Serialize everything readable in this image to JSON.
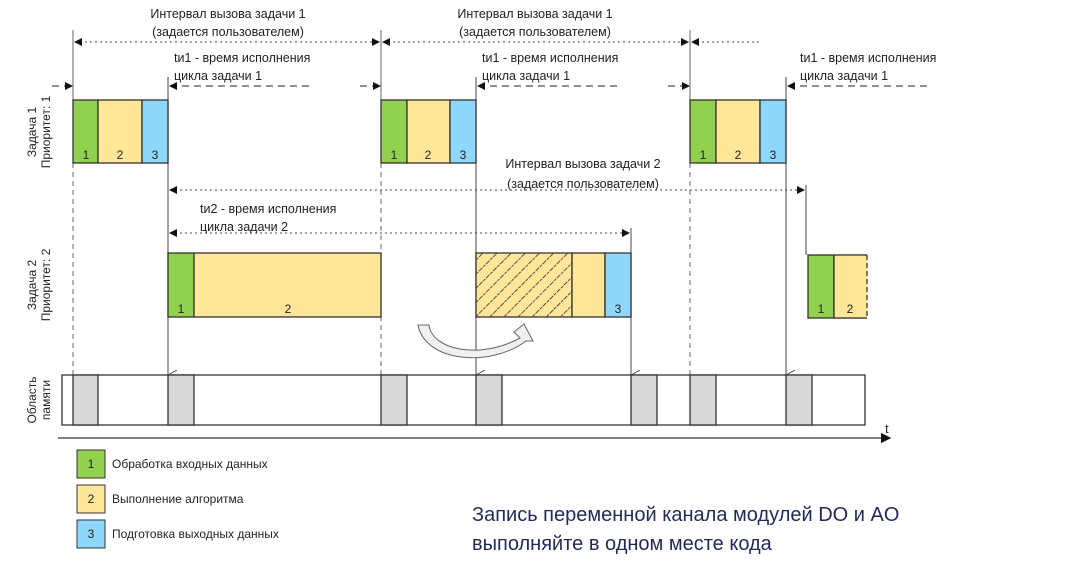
{
  "task1": {
    "interval_line1": "Интервал вызова задачи 1",
    "interval_line2": "(задается пользователем)",
    "exec_line1": "tи1 - время исполнения",
    "exec_line2": "цикла задачи 1",
    "name": "Задача 1",
    "priority": "Приоритет: 1"
  },
  "task2": {
    "interval_line1": "Интервал вызова задачи 2",
    "interval_line2": "(задается пользователем)",
    "exec_line1": "tи2 - время исполнения",
    "exec_line2": "цикла задачи 2",
    "name": "Задача 2",
    "priority": "Приоритет: 2"
  },
  "memory": {
    "line1": "Область",
    "line2": "памяти"
  },
  "axis_label": "t",
  "phases": {
    "p1": "1",
    "p2": "2",
    "p3": "3"
  },
  "legend": [
    {
      "num": "1",
      "label": "Обработка входных данных",
      "color": "#92d050"
    },
    {
      "num": "2",
      "label": "Выполнение алгоритма",
      "color": "#ffe699"
    },
    {
      "num": "3",
      "label": "Подготовка выходных данных",
      "color": "#8fd8fb"
    }
  ],
  "note": {
    "line1": "Запись переменной канала модулей DO и AO",
    "line2": "выполняйте в одном месте кода"
  }
}
